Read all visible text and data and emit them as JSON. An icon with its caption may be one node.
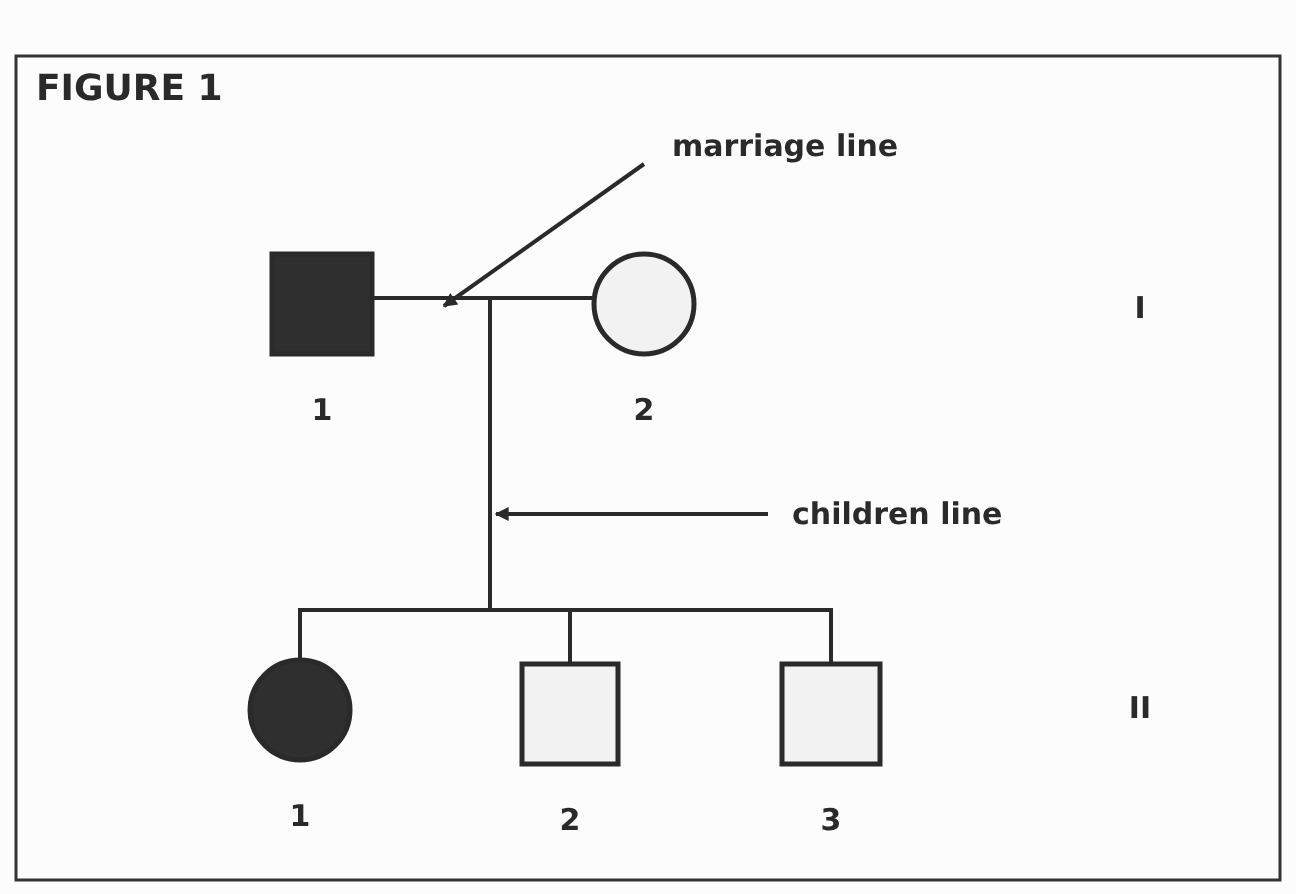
{
  "diagram": {
    "title": "FIGURE 1",
    "nodes": [
      {
        "text": [
          "marriage line"
        ]
      },
      {
        "text": [],
        "shape": "box",
        "beside": [
          "1"
        ]
      },
      {
        "text": [],
        "shape": "circle",
        "beside": [
          "2"
        ]
      },
      {
        "text": [
          "children line"
        ]
      },
      {
        "text": [],
        "shape": "circle",
        "beside": [
          "1"
        ]
      },
      {
        "text": [],
        "shape": "box",
        "beside": [
          "2"
        ]
      },
      {
        "text": [],
        "shape": "box",
        "beside": [
          "3"
        ]
      }
    ],
    "edges": [
      {
        "from": 1,
        "to": 2,
        "arrow": "none"
      },
      {
        "from": 1,
        "to": 4,
        "arrow": "none"
      },
      {
        "from": 1,
        "to": 5,
        "arrow": "none"
      },
      {
        "from": 1,
        "to": 6,
        "arrow": "none"
      },
      {
        "from": 2,
        "to": 4,
        "arrow": "none"
      },
      {
        "from": 2,
        "to": 5,
        "arrow": "none"
      },
      {
        "from": 2,
        "to": 6,
        "arrow": "none"
      },
      {
        "from": 0,
        "to": null,
        "arrow": "to"
      },
      {
        "from": 3,
        "to": null,
        "arrow": "to"
      }
    ],
    "labels": [
      "I",
      "II"
    ]
  }
}
